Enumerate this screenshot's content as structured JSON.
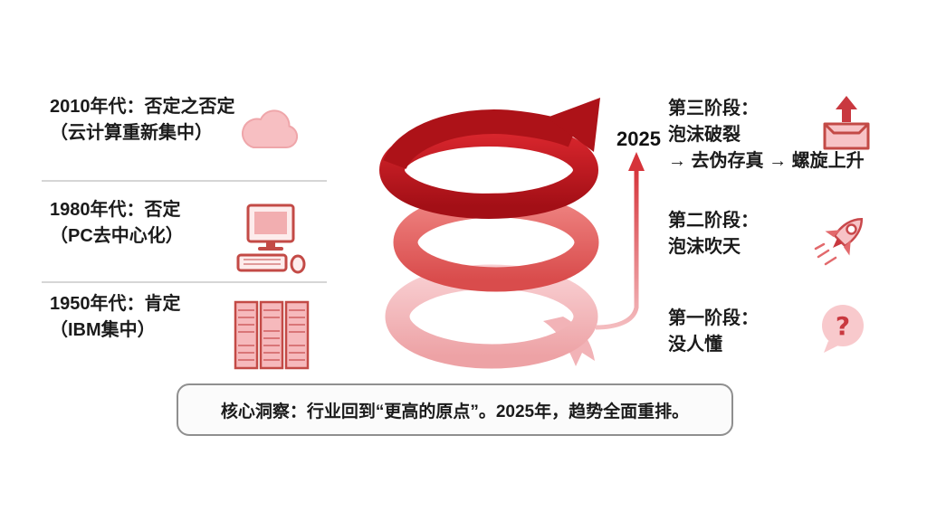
{
  "eras": [
    {
      "title": "2010年代：否定之否定",
      "subtitle": "（云计算重新集中）",
      "icon": "cloud"
    },
    {
      "title": "1980年代：否定",
      "subtitle": "（PC去中心化）",
      "icon": "desktop-computer"
    },
    {
      "title": "1950年代：肯定",
      "subtitle": "（IBM集中）",
      "icon": "mainframe-server"
    }
  ],
  "stages": [
    {
      "title": "第三阶段：",
      "line2": "泡沫破裂",
      "line3": "→ 去伪存真 → 螺旋上升",
      "icon": "outbox-up-arrow"
    },
    {
      "title": "第二阶段：",
      "line2": "泡沫吹天",
      "icon": "rocket"
    },
    {
      "title": "第一阶段：",
      "line2": "没人懂",
      "icon": "question-bubble"
    }
  ],
  "spiral": {
    "year": "2025",
    "question_mark": "?"
  },
  "insight": {
    "label": "核心洞察：",
    "body": "行业回到“更高的原点”。2025年，趋势全面重排。"
  },
  "colors": {
    "dark_red": "#ad1218",
    "mid_red": "#d94c4c",
    "light_pink": "#f2b6ba",
    "divider": "#d6d6d6"
  }
}
